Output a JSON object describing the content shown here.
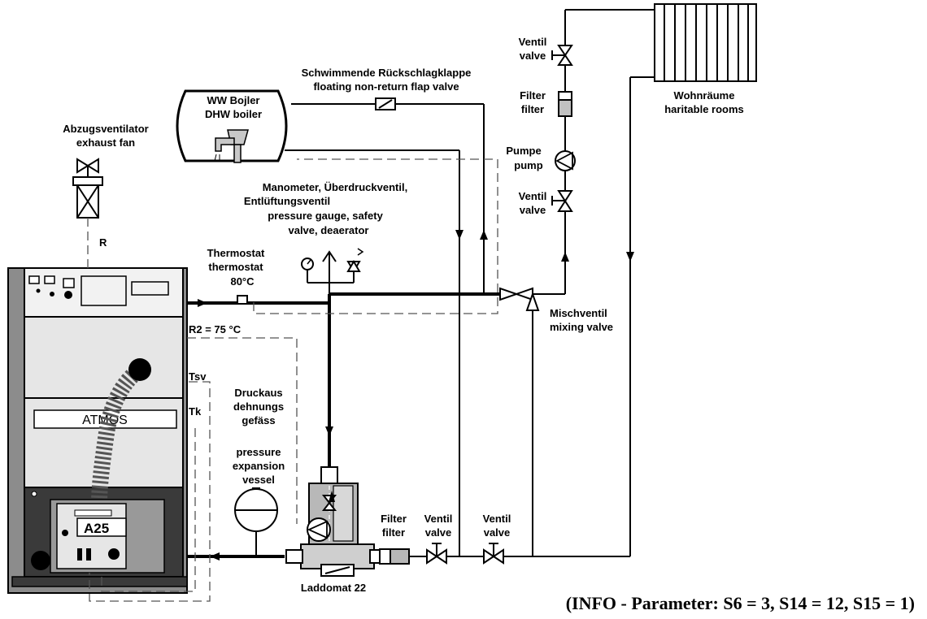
{
  "labels": {
    "exhaust_fan_de": "Abzugsventilator",
    "exhaust_fan_en": "exhaust fan",
    "r": "R",
    "dhw_de": "WW Bojler",
    "dhw_en": "DHW boiler",
    "flap_de": "Schwimmende Rückschlagklappe",
    "flap_en": "floating non-return flap valve",
    "gauge_1": "Manometer, Überdruckventil,",
    "gauge_2": "Entlüftungsventil",
    "gauge_3": "pressure gauge, safety",
    "gauge_4": "valve, deaerator",
    "thermostat_de": "Thermostat",
    "thermostat_en": "thermostat",
    "thermostat_temp": "80°C",
    "r2": "R2 = 75 °C",
    "tsv": "Tsv",
    "tk": "Tk",
    "expansion_1": "Druckaus",
    "expansion_2": "dehnungs",
    "expansion_3": "gefäss",
    "expansion_4": "pressure",
    "expansion_5": "expansion",
    "expansion_6": "vessel",
    "filter_top_de": "Filter",
    "filter_top_en": "filter",
    "pump_de": "Pumpe",
    "pump_en": "pump",
    "ventil_top_de": "Ventil",
    "ventil_top_en": "valve",
    "ventil_mid_de": "Ventil",
    "ventil_mid_en": "valve",
    "rooms_de": "Wohnräume",
    "rooms_en": "haritable rooms",
    "mixing_de": "Mischventil",
    "mixing_en": "mixing valve",
    "filter_bottom_de": "Filter",
    "filter_bottom_en": "filter",
    "ventil_b1_de": "Ventil",
    "ventil_b1_en": "valve",
    "ventil_b2_de": "Ventil",
    "ventil_b2_en": "valve",
    "laddomat": "Laddomat 22",
    "atmos": "ATMOS",
    "a25": "A25",
    "info": "(INFO - Parameter: S6 = 3, S14 = 12, S15 = 1)"
  },
  "colors": {
    "line": "#000000",
    "boiler_body": "#e6e6e6",
    "boiler_side": "#8c8c8c",
    "boiler_dark": "#3a3a3a",
    "laddomat_gray": "#b8b8b8"
  }
}
